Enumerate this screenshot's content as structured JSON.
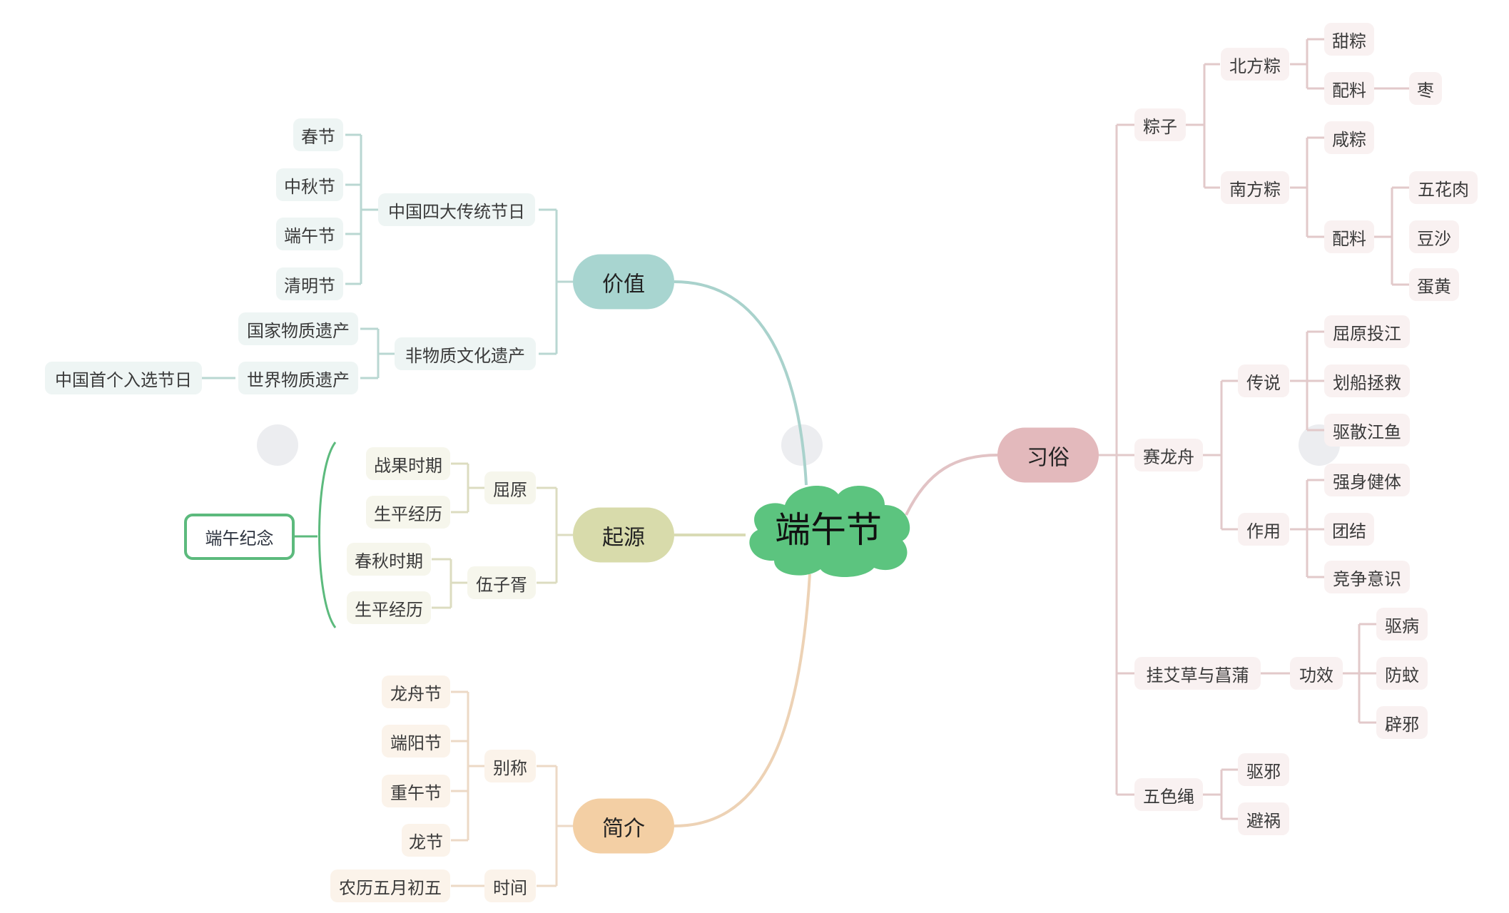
{
  "root": {
    "label": "端午节",
    "color": "#5cc47f"
  },
  "branches": {
    "value": {
      "label": "价值",
      "color": "#a8d5d0",
      "four_festivals": {
        "label": "中国四大传统节日",
        "items": [
          "春节",
          "中秋节",
          "端午节",
          "清明节"
        ]
      },
      "intangible": {
        "label": "非物质文化遗产",
        "items": [
          "国家物质遗产",
          "世界物质遗产"
        ],
        "world_note": "中国首个入选节日"
      }
    },
    "origin": {
      "label": "起源",
      "color": "#d8dbab",
      "quyuan": {
        "label": "屈原",
        "items": [
          "战果时期",
          "生平经历"
        ]
      },
      "wuzixu": {
        "label": "伍子胥",
        "items": [
          "春秋时期",
          "生平经历"
        ]
      },
      "summary": "端午纪念"
    },
    "intro": {
      "label": "简介",
      "color": "#f3cfa4",
      "aliases": {
        "label": "别称",
        "items": [
          "龙舟节",
          "端阳节",
          "重午节",
          "龙节"
        ]
      },
      "time": {
        "label": "时间",
        "value": "农历五月初五"
      }
    },
    "customs": {
      "label": "习俗",
      "color": "#e3b9bc",
      "zongzi": {
        "label": "粽子",
        "north": {
          "label": "北方粽",
          "sweet": "甜粽",
          "ingredients": {
            "label": "配料",
            "items": [
              "枣"
            ]
          }
        },
        "south": {
          "label": "南方粽",
          "salty": "咸粽",
          "ingredients": {
            "label": "配料",
            "items": [
              "五花肉",
              "豆沙",
              "蛋黄"
            ]
          }
        }
      },
      "dragonboat": {
        "label": "赛龙舟",
        "legend": {
          "label": "传说",
          "items": [
            "屈原投江",
            "划船拯救",
            "驱散江鱼"
          ]
        },
        "effect": {
          "label": "作用",
          "items": [
            "强身健体",
            "团结",
            "竞争意识"
          ]
        }
      },
      "mugwort": {
        "label": "挂艾草与菖蒲",
        "effect": {
          "label": "功效",
          "items": [
            "驱病",
            "防蚊",
            "辟邪"
          ]
        }
      },
      "fivecolor": {
        "label": "五色绳",
        "items": [
          "驱邪",
          "避祸"
        ]
      }
    }
  },
  "colors": {
    "teal_line": "#a9d2cc",
    "olive_line": "#d9dbb5",
    "peach_line": "#edd2b5",
    "rose_line": "#e2c3c5",
    "memo_border": "#5cba7d"
  }
}
